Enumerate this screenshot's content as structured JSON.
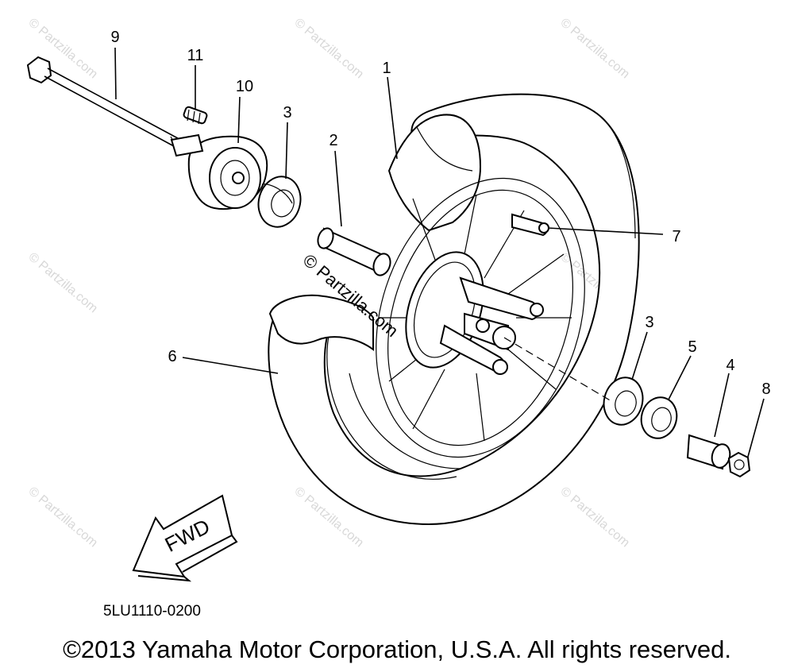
{
  "callouts": {
    "c1": "1",
    "c2": "2",
    "c3a": "3",
    "c3b": "3",
    "c4": "4",
    "c5": "5",
    "c6": "6",
    "c7": "7",
    "c8": "8",
    "c9": "9",
    "c10": "10",
    "c11": "11"
  },
  "fwd_label": "FWD",
  "diagram_code": "5LU1110-0200",
  "copyright": "©2013 Yamaha Motor Corporation, U.S.A. All rights reserved.",
  "watermark": "© Partzilla.com"
}
